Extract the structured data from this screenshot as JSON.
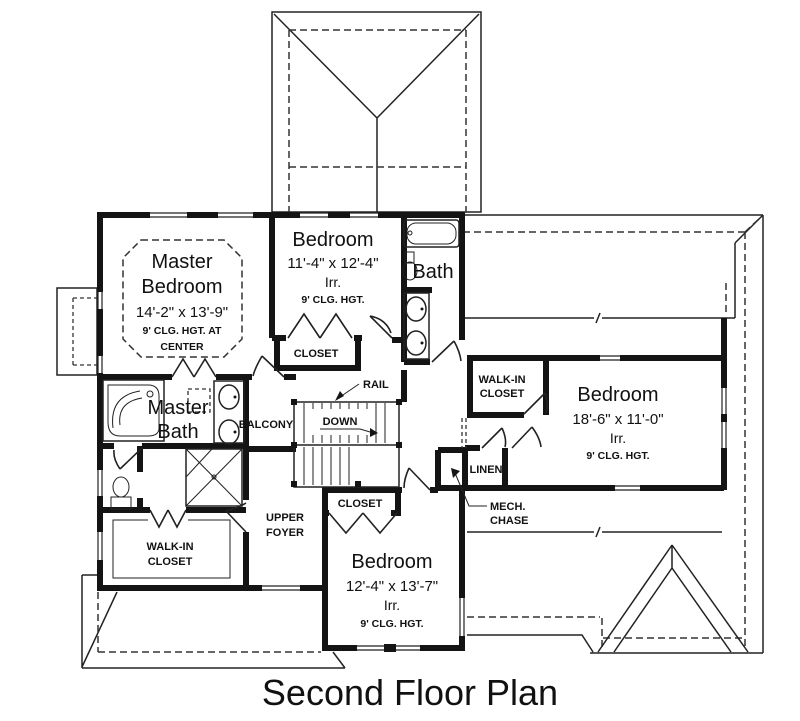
{
  "title": "Second Floor Plan",
  "colors": {
    "line": "#222222",
    "wall": "#141414",
    "background": "#ffffff"
  },
  "rooms": {
    "master_bedroom": {
      "line1": "Master",
      "line2": "Bedroom",
      "dims": "14'-2\" x 13'-9\"",
      "note1": "9' CLG. HGT. AT",
      "note2": "CENTER"
    },
    "bedroom_top": {
      "name": "Bedroom",
      "dims": "11'-4\" x 12'-4\"",
      "irr": "Irr.",
      "clg": "9' CLG. HGT."
    },
    "bath": {
      "name": "Bath"
    },
    "closet_top": {
      "name": "CLOSET"
    },
    "bedroom_right": {
      "name": "Bedroom",
      "dims": "18'-6\" x 11'-0\"",
      "irr": "Irr.",
      "clg": "9' CLG. HGT."
    },
    "walkin_closet_right": {
      "line1": "WALK-IN",
      "line2": "CLOSET"
    },
    "linen": {
      "name": "LINEN"
    },
    "mech_chase": {
      "line1": "MECH.",
      "line2": "CHASE"
    },
    "rail": {
      "name": "RAIL"
    },
    "stairs": {
      "down": "DOWN"
    },
    "balcony": {
      "name": "BALCONY"
    },
    "master_bath": {
      "line1": "Master",
      "line2": "Bath"
    },
    "upper_foyer": {
      "line1": "UPPER",
      "line2": "FOYER"
    },
    "closet_bottom": {
      "name": "CLOSET"
    },
    "walkin_closet_master": {
      "line1": "WALK-IN",
      "line2": "CLOSET"
    },
    "bedroom_bottom": {
      "name": "Bedroom",
      "dims": "12'-4\" x 13'-7\"",
      "irr": "Irr.",
      "clg": "9' CLG. HGT."
    }
  }
}
